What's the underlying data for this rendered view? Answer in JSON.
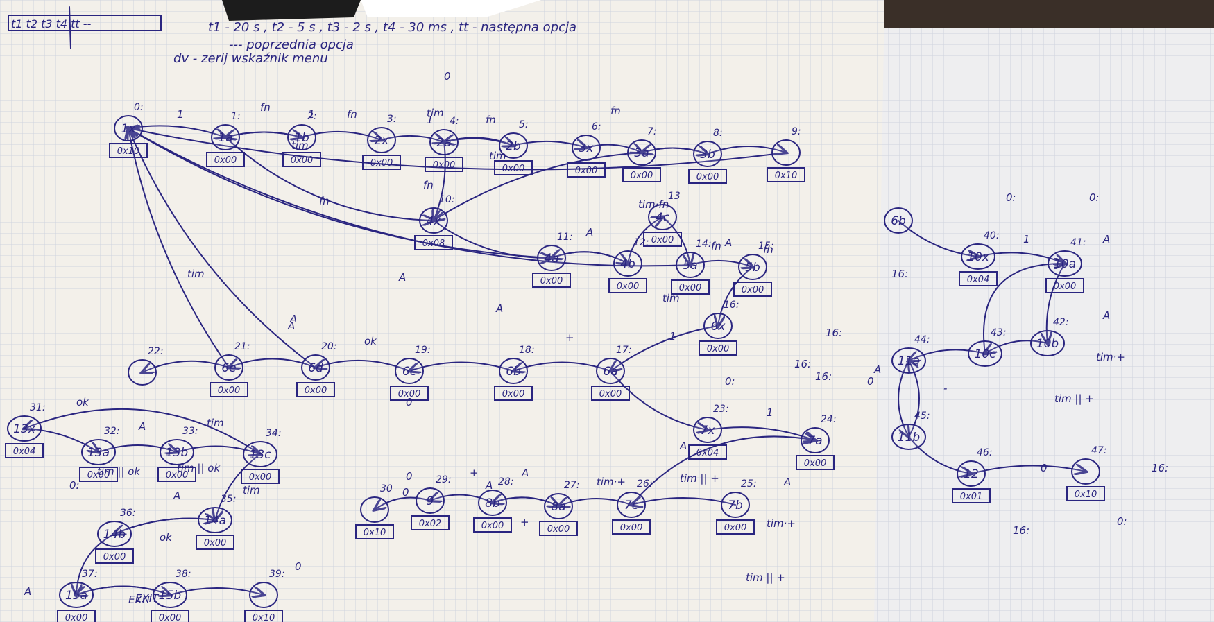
{
  "header": {
    "keys": "t1  t2  t3  t4  tt  --",
    "timings": "t1 - 20 s ,  t2 - 5 s ,  t3 - 2 s ,  t4 - 30 ms ,  tt - następna opcja",
    "prev_option": "--- poprzednia opcja",
    "cursor_note": "dv - zerij wskaźnik menu"
  },
  "states": [
    {
      "id": "n1x",
      "label": "1x",
      "state": "0:",
      "code": "0x10"
    },
    {
      "id": "n1a",
      "label": "1a",
      "state": "1:",
      "code": "0x00"
    },
    {
      "id": "n1b",
      "label": "1b",
      "state": "2:",
      "code": "0x00"
    },
    {
      "id": "n2x",
      "label": "2x",
      "state": "3:",
      "code": "0x00"
    },
    {
      "id": "n2a",
      "label": "2a",
      "state": "4:",
      "code": "0x00"
    },
    {
      "id": "n2b",
      "label": "2b",
      "state": "5:",
      "code": "0x00"
    },
    {
      "id": "n3x",
      "label": "3x",
      "state": "6:",
      "code": "0x00"
    },
    {
      "id": "n3a",
      "label": "3a",
      "state": "7:",
      "code": "0x00"
    },
    {
      "id": "n3b",
      "label": "3b",
      "state": "8:",
      "code": "0x00"
    },
    {
      "id": "n9",
      "label": "",
      "state": "9:",
      "code": "0x10"
    },
    {
      "id": "n4x",
      "label": "4x",
      "state": "10:",
      "code": "0x08"
    },
    {
      "id": "n4a",
      "label": "4a",
      "state": "11:",
      "code": "0x00"
    },
    {
      "id": "n4b",
      "label": "4b",
      "state": "12:",
      "code": "0x00"
    },
    {
      "id": "n4c",
      "label": "4c",
      "state": "13",
      "code": "0x00"
    },
    {
      "id": "n5a",
      "label": "5a",
      "state": "14:",
      "code": "0x00"
    },
    {
      "id": "n5b",
      "label": "5b",
      "state": "15:",
      "code": "0x00"
    },
    {
      "id": "n6x",
      "label": "6x",
      "state": "16:",
      "code": "0x00"
    },
    {
      "id": "n6a",
      "label": "6a",
      "state": "17:",
      "code": "0x00"
    },
    {
      "id": "n6b",
      "label": "6b",
      "state": "18:",
      "code": "0x00"
    },
    {
      "id": "n6c",
      "label": "6c",
      "state": "19:",
      "code": "0x00"
    },
    {
      "id": "n6d",
      "label": "6d",
      "state": "20:",
      "code": "0x00"
    },
    {
      "id": "n6e",
      "label": "6e",
      "state": "21:",
      "code": "0x00"
    },
    {
      "id": "n22",
      "label": "",
      "state": "22:",
      "code": ""
    },
    {
      "id": "n7x",
      "label": "7x",
      "state": "23:",
      "code": "0x04"
    },
    {
      "id": "n7a",
      "label": "7a",
      "state": "24:",
      "code": "0x00"
    },
    {
      "id": "n7b",
      "label": "7b",
      "state": "25:",
      "code": "0x00"
    },
    {
      "id": "n7c",
      "label": "7c",
      "state": "26:",
      "code": "0x00"
    },
    {
      "id": "n8a",
      "label": "8a",
      "state": "27:",
      "code": "0x00"
    },
    {
      "id": "n8b",
      "label": "8b",
      "state": "28:",
      "code": "0x00"
    },
    {
      "id": "n9s",
      "label": "9",
      "state": "29:",
      "code": "0x02"
    },
    {
      "id": "n30",
      "label": "",
      "state": "30",
      "code": "0x10"
    },
    {
      "id": "n13x",
      "label": "13x",
      "state": "31:",
      "code": "0x04"
    },
    {
      "id": "n13a",
      "label": "13a",
      "state": "32:",
      "code": "0x00"
    },
    {
      "id": "n13b",
      "label": "13b",
      "state": "33:",
      "code": "0x00"
    },
    {
      "id": "n13c",
      "label": "13c",
      "state": "34:",
      "code": "0x00"
    },
    {
      "id": "n14a",
      "label": "14a",
      "state": "35:",
      "code": "0x00"
    },
    {
      "id": "n14b",
      "label": "14b",
      "state": "36:",
      "code": "0x00"
    },
    {
      "id": "n15a",
      "label": "15a",
      "state": "37:",
      "code": "0x00"
    },
    {
      "id": "n15b",
      "label": "15b",
      "state": "38:",
      "code": "0x00"
    },
    {
      "id": "n39",
      "label": "",
      "state": "39:",
      "code": "0x10"
    },
    {
      "id": "n6b2",
      "label": "6b",
      "state": "",
      "code": ""
    },
    {
      "id": "n10x",
      "label": "10x",
      "state": "40:",
      "code": "0x04"
    },
    {
      "id": "n10a",
      "label": "10a",
      "state": "41:",
      "code": "0x00"
    },
    {
      "id": "n10b",
      "label": "10b",
      "state": "42:",
      "code": ""
    },
    {
      "id": "n10c",
      "label": "10c",
      "state": "43:",
      "code": ""
    },
    {
      "id": "n11a",
      "label": "11a",
      "state": "44:",
      "code": ""
    },
    {
      "id": "n11b",
      "label": "11b",
      "state": "45:",
      "code": ""
    },
    {
      "id": "n12",
      "label": "12",
      "state": "46:",
      "code": "0x01"
    },
    {
      "id": "n47",
      "label": "",
      "state": "47:",
      "code": "0x10"
    }
  ],
  "edge_labels": [
    "1",
    "fn",
    "tim",
    "1",
    "fn",
    "tim",
    "1",
    "fn",
    "tim",
    "fn",
    "fn",
    "fn",
    "0",
    "A",
    "A",
    "A",
    "tim·fn",
    "tim",
    "A",
    "fn",
    "fn",
    "1",
    "A",
    "ok",
    "A",
    "tim",
    "+",
    "1",
    "0",
    "ok",
    "A",
    "tim",
    "tim || ok",
    "tim || ok",
    "tim",
    "ok",
    "A",
    "EXIT",
    "EXIT",
    "0",
    "A",
    "+",
    "A",
    "tim·+",
    "tim || +",
    "+",
    "0",
    "A",
    "A",
    "A",
    "tim·+",
    "tim || +",
    "0",
    "1",
    "A",
    "A",
    "tim·+",
    "tim || +",
    "-",
    "A",
    "0",
    "0",
    "16:",
    "16:",
    "16:",
    "16:",
    "16:",
    "16:",
    "0:",
    "0:",
    "0:",
    "0:",
    "0:"
  ],
  "colors": {
    "ink": "#2a2580",
    "paper_left": "#f3f0ea",
    "paper_right": "#eeeef0",
    "table": "#3a2f28",
    "grid": "#cfd3de"
  }
}
